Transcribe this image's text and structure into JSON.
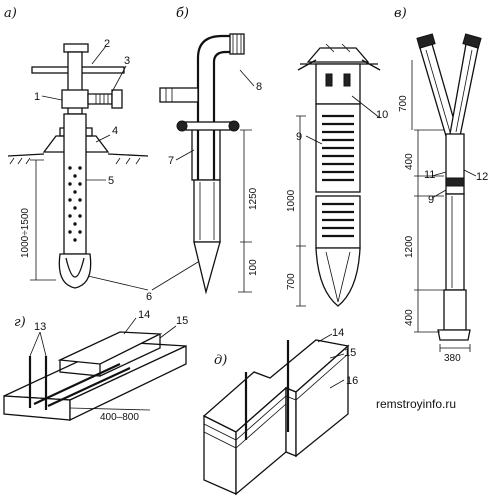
{
  "panels": {
    "a": "а)",
    "b": "б)",
    "v": "в)",
    "g": "г)",
    "d": "д)"
  },
  "callouts": {
    "n1": "1",
    "n2": "2",
    "n3": "3",
    "n4": "4",
    "n5": "5",
    "n6": "6",
    "n7": "7",
    "n8": "8",
    "n9a": "9",
    "n9b": "9",
    "n10": "10",
    "n11": "11",
    "n12": "12",
    "n13": "13",
    "n14a": "14",
    "n14b": "14",
    "n15a": "15",
    "n15b": "15",
    "n16": "16"
  },
  "dimensions": {
    "a_depth": "1000÷1500",
    "b_1250": "1250",
    "b_100": "100",
    "c_1000": "1000",
    "c_700": "700",
    "v_700": "700",
    "v_400a": "400",
    "v_1200": "1200",
    "v_400b": "400",
    "v_380": "380",
    "g_spacing": "400–800"
  },
  "watermark": "remstroyinfo.ru"
}
